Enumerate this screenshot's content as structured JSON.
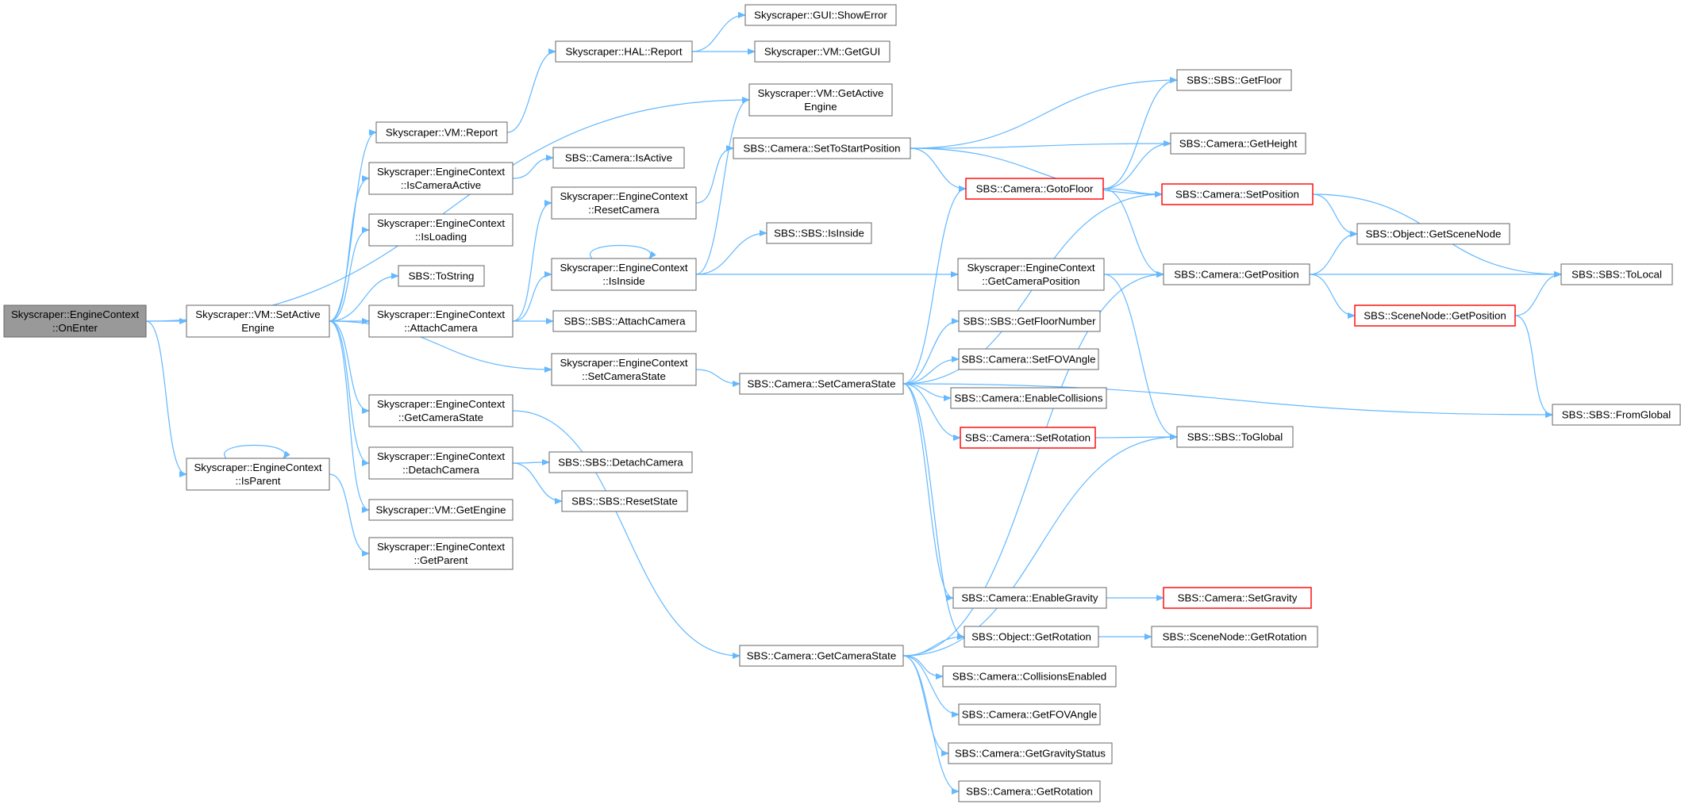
{
  "colors": {
    "edge": "#63b8ff",
    "node_border": "#666666",
    "node_fill": "#ffffff",
    "root_fill": "#999999",
    "truncated_border": "#ff0000"
  },
  "nodes": {
    "onenter": {
      "lines": [
        "Skyscraper::EngineContext",
        "::OnEnter"
      ],
      "style": "root"
    },
    "setactive": {
      "lines": [
        "Skyscraper::VM::SetActive",
        "Engine"
      ],
      "style": "normal"
    },
    "isparent": {
      "lines": [
        "Skyscraper::EngineContext",
        "::IsParent"
      ],
      "style": "normal"
    },
    "vm_report": {
      "lines": [
        "Skyscraper::VM::Report"
      ],
      "style": "normal"
    },
    "iscameraactive": {
      "lines": [
        "Skyscraper::EngineContext",
        "::IsCameraActive"
      ],
      "style": "normal"
    },
    "isloading": {
      "lines": [
        "Skyscraper::EngineContext",
        "::IsLoading"
      ],
      "style": "normal"
    },
    "tostring": {
      "lines": [
        "SBS::ToString"
      ],
      "style": "normal"
    },
    "attachcamera": {
      "lines": [
        "Skyscraper::EngineContext",
        "::AttachCamera"
      ],
      "style": "normal"
    },
    "getcamerastate_ec": {
      "lines": [
        "Skyscraper::EngineContext",
        "::GetCameraState"
      ],
      "style": "normal"
    },
    "detachcamera": {
      "lines": [
        "Skyscraper::EngineContext",
        "::DetachCamera"
      ],
      "style": "normal"
    },
    "getengine": {
      "lines": [
        "Skyscraper::VM::GetEngine"
      ],
      "style": "normal"
    },
    "getparent": {
      "lines": [
        "Skyscraper::EngineContext",
        "::GetParent"
      ],
      "style": "normal"
    },
    "hal_report": {
      "lines": [
        "Skyscraper::HAL::Report"
      ],
      "style": "normal"
    },
    "cam_isactive": {
      "lines": [
        "SBS::Camera::IsActive"
      ],
      "style": "normal"
    },
    "resetcamera": {
      "lines": [
        "Skyscraper::EngineContext",
        "::ResetCamera"
      ],
      "style": "normal"
    },
    "isinside_ec": {
      "lines": [
        "Skyscraper::EngineContext",
        "::IsInside"
      ],
      "style": "normal"
    },
    "sbs_attachcamera": {
      "lines": [
        "SBS::SBS::AttachCamera"
      ],
      "style": "normal"
    },
    "setcamerastate_ec": {
      "lines": [
        "Skyscraper::EngineContext",
        "::SetCameraState"
      ],
      "style": "normal"
    },
    "sbs_detachcamera": {
      "lines": [
        "SBS::SBS::DetachCamera"
      ],
      "style": "normal"
    },
    "sbs_resetstate": {
      "lines": [
        "SBS::SBS::ResetState"
      ],
      "style": "normal"
    },
    "gui_showerror": {
      "lines": [
        "Skyscraper::GUI::ShowError"
      ],
      "style": "normal"
    },
    "vm_getgui": {
      "lines": [
        "Skyscraper::VM::GetGUI"
      ],
      "style": "normal"
    },
    "vm_getactiveengine": {
      "lines": [
        "Skyscraper::VM::GetActive",
        "Engine"
      ],
      "style": "normal"
    },
    "settostartposition": {
      "lines": [
        "SBS::Camera::SetToStartPosition"
      ],
      "style": "normal"
    },
    "sbs_isinside": {
      "lines": [
        "SBS::SBS::IsInside"
      ],
      "style": "normal"
    },
    "cam_setcamerastate": {
      "lines": [
        "SBS::Camera::SetCameraState"
      ],
      "style": "normal"
    },
    "cam_getcamerastate": {
      "lines": [
        "SBS::Camera::GetCameraState"
      ],
      "style": "normal"
    },
    "sbs_getfloor": {
      "lines": [
        "SBS::SBS::GetFloor"
      ],
      "style": "normal"
    },
    "cam_gotofloor": {
      "lines": [
        "SBS::Camera::GotoFloor"
      ],
      "style": "truncated"
    },
    "getcameraposition": {
      "lines": [
        "Skyscraper::EngineContext",
        "::GetCameraPosition"
      ],
      "style": "normal"
    },
    "getfloornumber": {
      "lines": [
        "SBS::SBS::GetFloorNumber"
      ],
      "style": "normal"
    },
    "setfovangle": {
      "lines": [
        "SBS::Camera::SetFOVAngle"
      ],
      "style": "normal"
    },
    "enablecollisions": {
      "lines": [
        "SBS::Camera::EnableCollisions"
      ],
      "style": "normal"
    },
    "cam_setrotation": {
      "lines": [
        "SBS::Camera::SetRotation"
      ],
      "style": "truncated"
    },
    "enablegravity": {
      "lines": [
        "SBS::Camera::EnableGravity"
      ],
      "style": "normal"
    },
    "obj_getrotation": {
      "lines": [
        "SBS::Object::GetRotation"
      ],
      "style": "normal"
    },
    "collisionsenabled": {
      "lines": [
        "SBS::Camera::CollisionsEnabled"
      ],
      "style": "normal"
    },
    "getfovangle": {
      "lines": [
        "SBS::Camera::GetFOVAngle"
      ],
      "style": "normal"
    },
    "getgravitystatus": {
      "lines": [
        "SBS::Camera::GetGravityStatus"
      ],
      "style": "normal"
    },
    "cam_getrotation": {
      "lines": [
        "SBS::Camera::GetRotation"
      ],
      "style": "normal"
    },
    "cam_getheight": {
      "lines": [
        "SBS::Camera::GetHeight"
      ],
      "style": "normal"
    },
    "cam_setposition": {
      "lines": [
        "SBS::Camera::SetPosition"
      ],
      "style": "truncated"
    },
    "cam_getposition": {
      "lines": [
        "SBS::Camera::GetPosition"
      ],
      "style": "normal"
    },
    "sbs_toglobal": {
      "lines": [
        "SBS::SBS::ToGlobal"
      ],
      "style": "normal"
    },
    "setgravity": {
      "lines": [
        "SBS::Camera::SetGravity"
      ],
      "style": "truncated"
    },
    "scenenode_getrotation": {
      "lines": [
        "SBS::SceneNode::GetRotation"
      ],
      "style": "normal"
    },
    "getscenenode": {
      "lines": [
        "SBS::Object::GetSceneNode"
      ],
      "style": "normal"
    },
    "scenenode_getposition": {
      "lines": [
        "SBS::SceneNode::GetPosition"
      ],
      "style": "truncated"
    },
    "sbs_tolocal": {
      "lines": [
        "SBS::SBS::ToLocal"
      ],
      "style": "normal"
    },
    "sbs_fromglobal": {
      "lines": [
        "SBS::SBS::FromGlobal"
      ],
      "style": "normal"
    }
  },
  "edges": [
    [
      "onenter",
      "setactive"
    ],
    [
      "onenter",
      "vm_getactiveengine"
    ],
    [
      "onenter",
      "isparent"
    ],
    [
      "isparent",
      "isparent"
    ],
    [
      "isparent",
      "getparent"
    ],
    [
      "setactive",
      "vm_report"
    ],
    [
      "setactive",
      "iscameraactive"
    ],
    [
      "setactive",
      "isloading"
    ],
    [
      "setactive",
      "tostring"
    ],
    [
      "setactive",
      "attachcamera"
    ],
    [
      "setactive",
      "setcamerastate_ec"
    ],
    [
      "setactive",
      "getcamerastate_ec"
    ],
    [
      "setactive",
      "detachcamera"
    ],
    [
      "setactive",
      "getengine"
    ],
    [
      "vm_report",
      "hal_report"
    ],
    [
      "hal_report",
      "gui_showerror"
    ],
    [
      "hal_report",
      "vm_getgui"
    ],
    [
      "iscameraactive",
      "cam_isactive"
    ],
    [
      "attachcamera",
      "resetcamera"
    ],
    [
      "attachcamera",
      "isinside_ec"
    ],
    [
      "attachcamera",
      "sbs_attachcamera"
    ],
    [
      "resetcamera",
      "settostartposition"
    ],
    [
      "isinside_ec",
      "isinside_ec"
    ],
    [
      "isinside_ec",
      "vm_getactiveengine"
    ],
    [
      "isinside_ec",
      "sbs_isinside"
    ],
    [
      "isinside_ec",
      "getcameraposition"
    ],
    [
      "setcamerastate_ec",
      "cam_setcamerastate"
    ],
    [
      "getcamerastate_ec",
      "cam_getcamerastate"
    ],
    [
      "detachcamera",
      "sbs_detachcamera"
    ],
    [
      "detachcamera",
      "sbs_resetstate"
    ],
    [
      "settostartposition",
      "sbs_getfloor"
    ],
    [
      "settostartposition",
      "cam_getheight"
    ],
    [
      "settostartposition",
      "cam_gotofloor"
    ],
    [
      "settostartposition",
      "cam_setposition"
    ],
    [
      "cam_gotofloor",
      "sbs_getfloor"
    ],
    [
      "cam_gotofloor",
      "cam_getheight"
    ],
    [
      "cam_gotofloor",
      "cam_setposition"
    ],
    [
      "cam_gotofloor",
      "cam_getposition"
    ],
    [
      "getcameraposition",
      "cam_getposition"
    ],
    [
      "getcameraposition",
      "sbs_toglobal"
    ],
    [
      "cam_setcamerastate",
      "cam_gotofloor"
    ],
    [
      "cam_setcamerastate",
      "cam_setposition"
    ],
    [
      "cam_setcamerastate",
      "getfloornumber"
    ],
    [
      "cam_setcamerastate",
      "setfovangle"
    ],
    [
      "cam_setcamerastate",
      "enablecollisions"
    ],
    [
      "cam_setcamerastate",
      "cam_setrotation"
    ],
    [
      "cam_setcamerastate",
      "sbs_fromglobal"
    ],
    [
      "cam_setcamerastate",
      "enablegravity"
    ],
    [
      "cam_setcamerastate",
      "obj_getrotation"
    ],
    [
      "cam_setrotation",
      "sbs_toglobal"
    ],
    [
      "enablegravity",
      "setgravity"
    ],
    [
      "obj_getrotation",
      "scenenode_getrotation"
    ],
    [
      "cam_getcamerastate",
      "cam_getposition"
    ],
    [
      "cam_getcamerastate",
      "sbs_toglobal"
    ],
    [
      "cam_getcamerastate",
      "obj_getrotation"
    ],
    [
      "cam_getcamerastate",
      "collisionsenabled"
    ],
    [
      "cam_getcamerastate",
      "getfovangle"
    ],
    [
      "cam_getcamerastate",
      "getgravitystatus"
    ],
    [
      "cam_getcamerastate",
      "cam_getrotation"
    ],
    [
      "cam_setposition",
      "getscenenode"
    ],
    [
      "cam_setposition",
      "sbs_tolocal"
    ],
    [
      "cam_getposition",
      "getscenenode"
    ],
    [
      "cam_getposition",
      "sbs_tolocal"
    ],
    [
      "cam_getposition",
      "scenenode_getposition"
    ],
    [
      "scenenode_getposition",
      "sbs_tolocal"
    ],
    [
      "scenenode_getposition",
      "sbs_fromglobal"
    ]
  ]
}
